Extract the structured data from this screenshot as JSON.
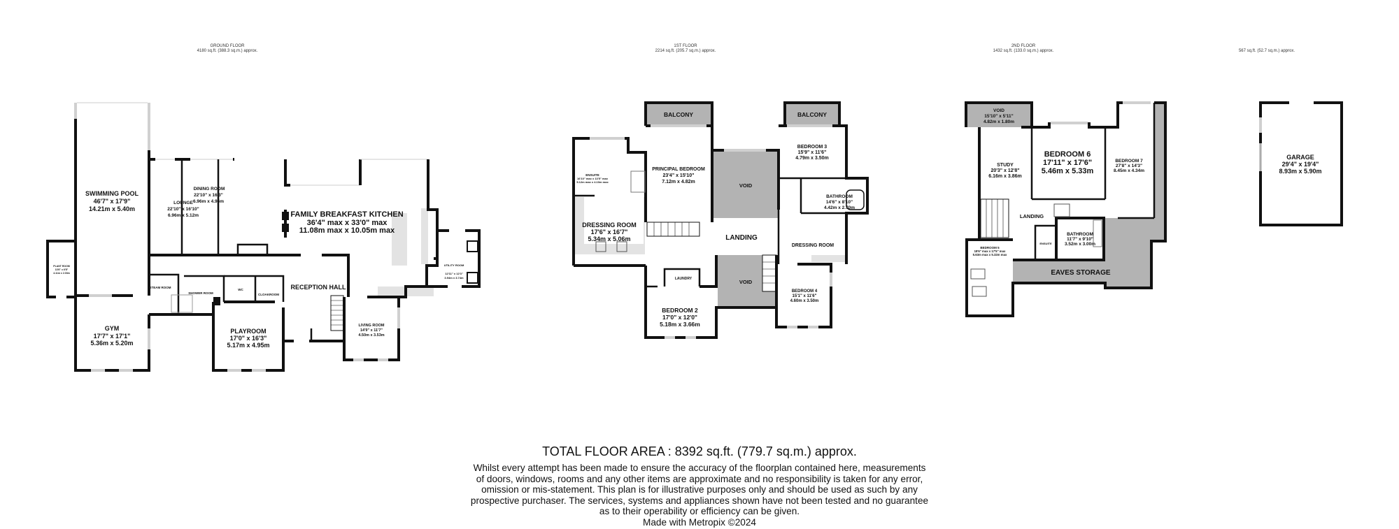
{
  "floors": [
    {
      "title": "GROUND FLOOR",
      "area": "4180 sq.ft. (388.3 sq.m.) approx."
    },
    {
      "title": "1ST FLOOR",
      "area": "2214 sq.ft. (205.7 sq.m.) approx."
    },
    {
      "title": "2ND FLOOR",
      "area": "1432 sq.ft. (133.0 sq.m.) approx."
    },
    {
      "title": "",
      "area": "567 sq.ft. (52.7 sq.m.) approx."
    }
  ],
  "ground": {
    "pool": {
      "name": "SWIMMING POOL",
      "imp": "46'7\"  x 17'9\"",
      "met": "14.21m  x 5.40m"
    },
    "lounge": {
      "name": "LOUNGE",
      "imp": "22'10\"  x 16'10\"",
      "met": "6.96m  x 5.12m"
    },
    "dining": {
      "name": "DINING ROOM",
      "imp": "22'10\"  x 16'3\"",
      "met": "6.96m  x 4.96m"
    },
    "kitchen": {
      "name": "FAMILY BREAKFAST KITCHEN",
      "imp": "36'4\" max x 33'0\" max",
      "met": "11.08m max x 10.05m max"
    },
    "plant": {
      "name": "PLANT ROOM",
      "imp": "13'6\" x 6'8\"",
      "met": "4.11m x 2.03m"
    },
    "utility": {
      "name": "UTILITY ROOM",
      "imp": "12'11\" x 12'3\"",
      "met": "3.94m x 3.74m"
    },
    "steam": {
      "name": "STEAM ROOM"
    },
    "shower": {
      "name": "SHOWER ROOM"
    },
    "wc": {
      "name": "WC"
    },
    "cloak": {
      "name": "CLOAKROOM"
    },
    "reception": {
      "name": "RECEPTION HALL"
    },
    "gym": {
      "name": "GYM",
      "imp": "17'7\"  x 17'1\"",
      "met": "5.36m  x 5.20m"
    },
    "playroom": {
      "name": "PLAYROOM",
      "imp": "17'0\"  x 16'3\"",
      "met": "5.17m  x 4.95m"
    },
    "living": {
      "name": "LIVING ROOM",
      "imp": "14'9\"  x 11'7\"",
      "met": "4.50m  x 3.53m"
    }
  },
  "first": {
    "balcony1": {
      "name": "BALCONY"
    },
    "balcony2": {
      "name": "BALCONY"
    },
    "ensuite": {
      "name": "ENSUITE",
      "imp": "16'10\" max x 13'5\" max",
      "met": "5.12m max x 4.10m max"
    },
    "principal": {
      "name": "PRINCIPAL BEDROOM",
      "imp": "23'4\"  x 15'10\"",
      "met": "7.12m  x 4.82m"
    },
    "void1": {
      "name": "VOID"
    },
    "bed3": {
      "name": "BEDROOM 3",
      "imp": "15'9\"  x 11'6\"",
      "met": "4.79m  x 3.50m"
    },
    "bath": {
      "name": "BATHROOM",
      "imp": "14'6\"  x 8'10\"",
      "met": "4.42m  x 2.70m"
    },
    "dressing1": {
      "name": "DRESSING ROOM",
      "imp": "17'6\"  x 16'7\"",
      "met": "5.34m  x 5.06m"
    },
    "landing": {
      "name": "LANDING"
    },
    "dressing2": {
      "name": "DRESSING ROOM"
    },
    "laundry": {
      "name": "LAUNDRY"
    },
    "void2": {
      "name": "VOID"
    },
    "bed4": {
      "name": "BEDROOM 4",
      "imp": "15'1\"  x 11'6\"",
      "met": "4.60m  x 3.50m"
    },
    "bed2": {
      "name": "BEDROOM 2",
      "imp": "17'0\"  x 12'0\"",
      "met": "5.18m  x 3.66m"
    }
  },
  "second": {
    "void": {
      "name": "VOID",
      "imp": "15'10\"  x 5'11\"",
      "met": "4.82m  x 1.80m"
    },
    "study": {
      "name": "STUDY",
      "imp": "20'3\"  x 12'8\"",
      "met": "6.16m  x 3.86m"
    },
    "bed6": {
      "name": "BEDROOM 6",
      "imp": "17'11\"  x 17'6\"",
      "met": "5.46m  x 5.33m"
    },
    "bed7": {
      "name": "BEDROOM 7",
      "imp": "27'8\"  x 14'3\"",
      "met": "8.45m  x 4.34m"
    },
    "landing": {
      "name": "LANDING"
    },
    "ensuite": {
      "name": "ENSUITE"
    },
    "bath": {
      "name": "BATHROOM",
      "imp": "11'7\"  x 9'10\"",
      "met": "3.52m  x 3.00m"
    },
    "bed5": {
      "name": "BEDROOM 5",
      "imp": "18'6\" max x 17'5\" max",
      "met": "5.63m max x 5.32m max"
    },
    "eaves": {
      "name": "EAVES STORAGE"
    }
  },
  "garage": {
    "name": "GARAGE",
    "imp": "29'4\"  x 19'4\"",
    "met": "8.93m  x 5.90m"
  },
  "footer": {
    "total": "TOTAL FLOOR AREA : 8392 sq.ft. (779.7 sq.m.) approx.",
    "disclaimer": [
      "Whilst every attempt has been made to ensure the accuracy of the floorplan contained here, measurements",
      "of doors, windows, rooms and any other items are approximate and no responsibility is taken for any error,",
      "omission or mis-statement. This plan is for illustrative purposes only and should be used as such by any",
      "prospective purchaser. The services, systems and appliances shown have not been tested and no guarantee",
      "as to their operability or efficiency can be given."
    ],
    "credit": "Made with Metropix ©2024"
  },
  "colors": {
    "wall": "#111111",
    "shaded": "#b3b3b3",
    "window": "#d0d0d0"
  }
}
